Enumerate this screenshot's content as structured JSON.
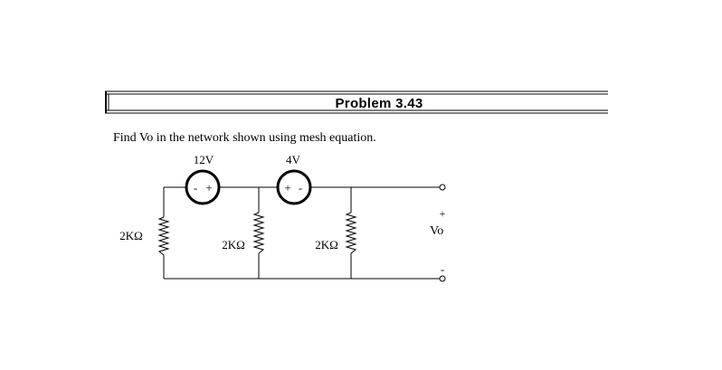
{
  "header": {
    "title": "Problem 3.43"
  },
  "problem": {
    "statement": "Find Vo in the network shown using mesh equation."
  },
  "circuit": {
    "sources": [
      {
        "label": "12V",
        "polarity_left": "-",
        "polarity_right": "+"
      },
      {
        "label": "4V",
        "polarity_left": "+",
        "polarity_right": "-"
      }
    ],
    "resistors": [
      {
        "label": "2KΩ"
      },
      {
        "label": "2KΩ"
      },
      {
        "label": "2KΩ"
      }
    ],
    "output": {
      "label": "Vo",
      "plus": "+",
      "minus": "-"
    }
  }
}
